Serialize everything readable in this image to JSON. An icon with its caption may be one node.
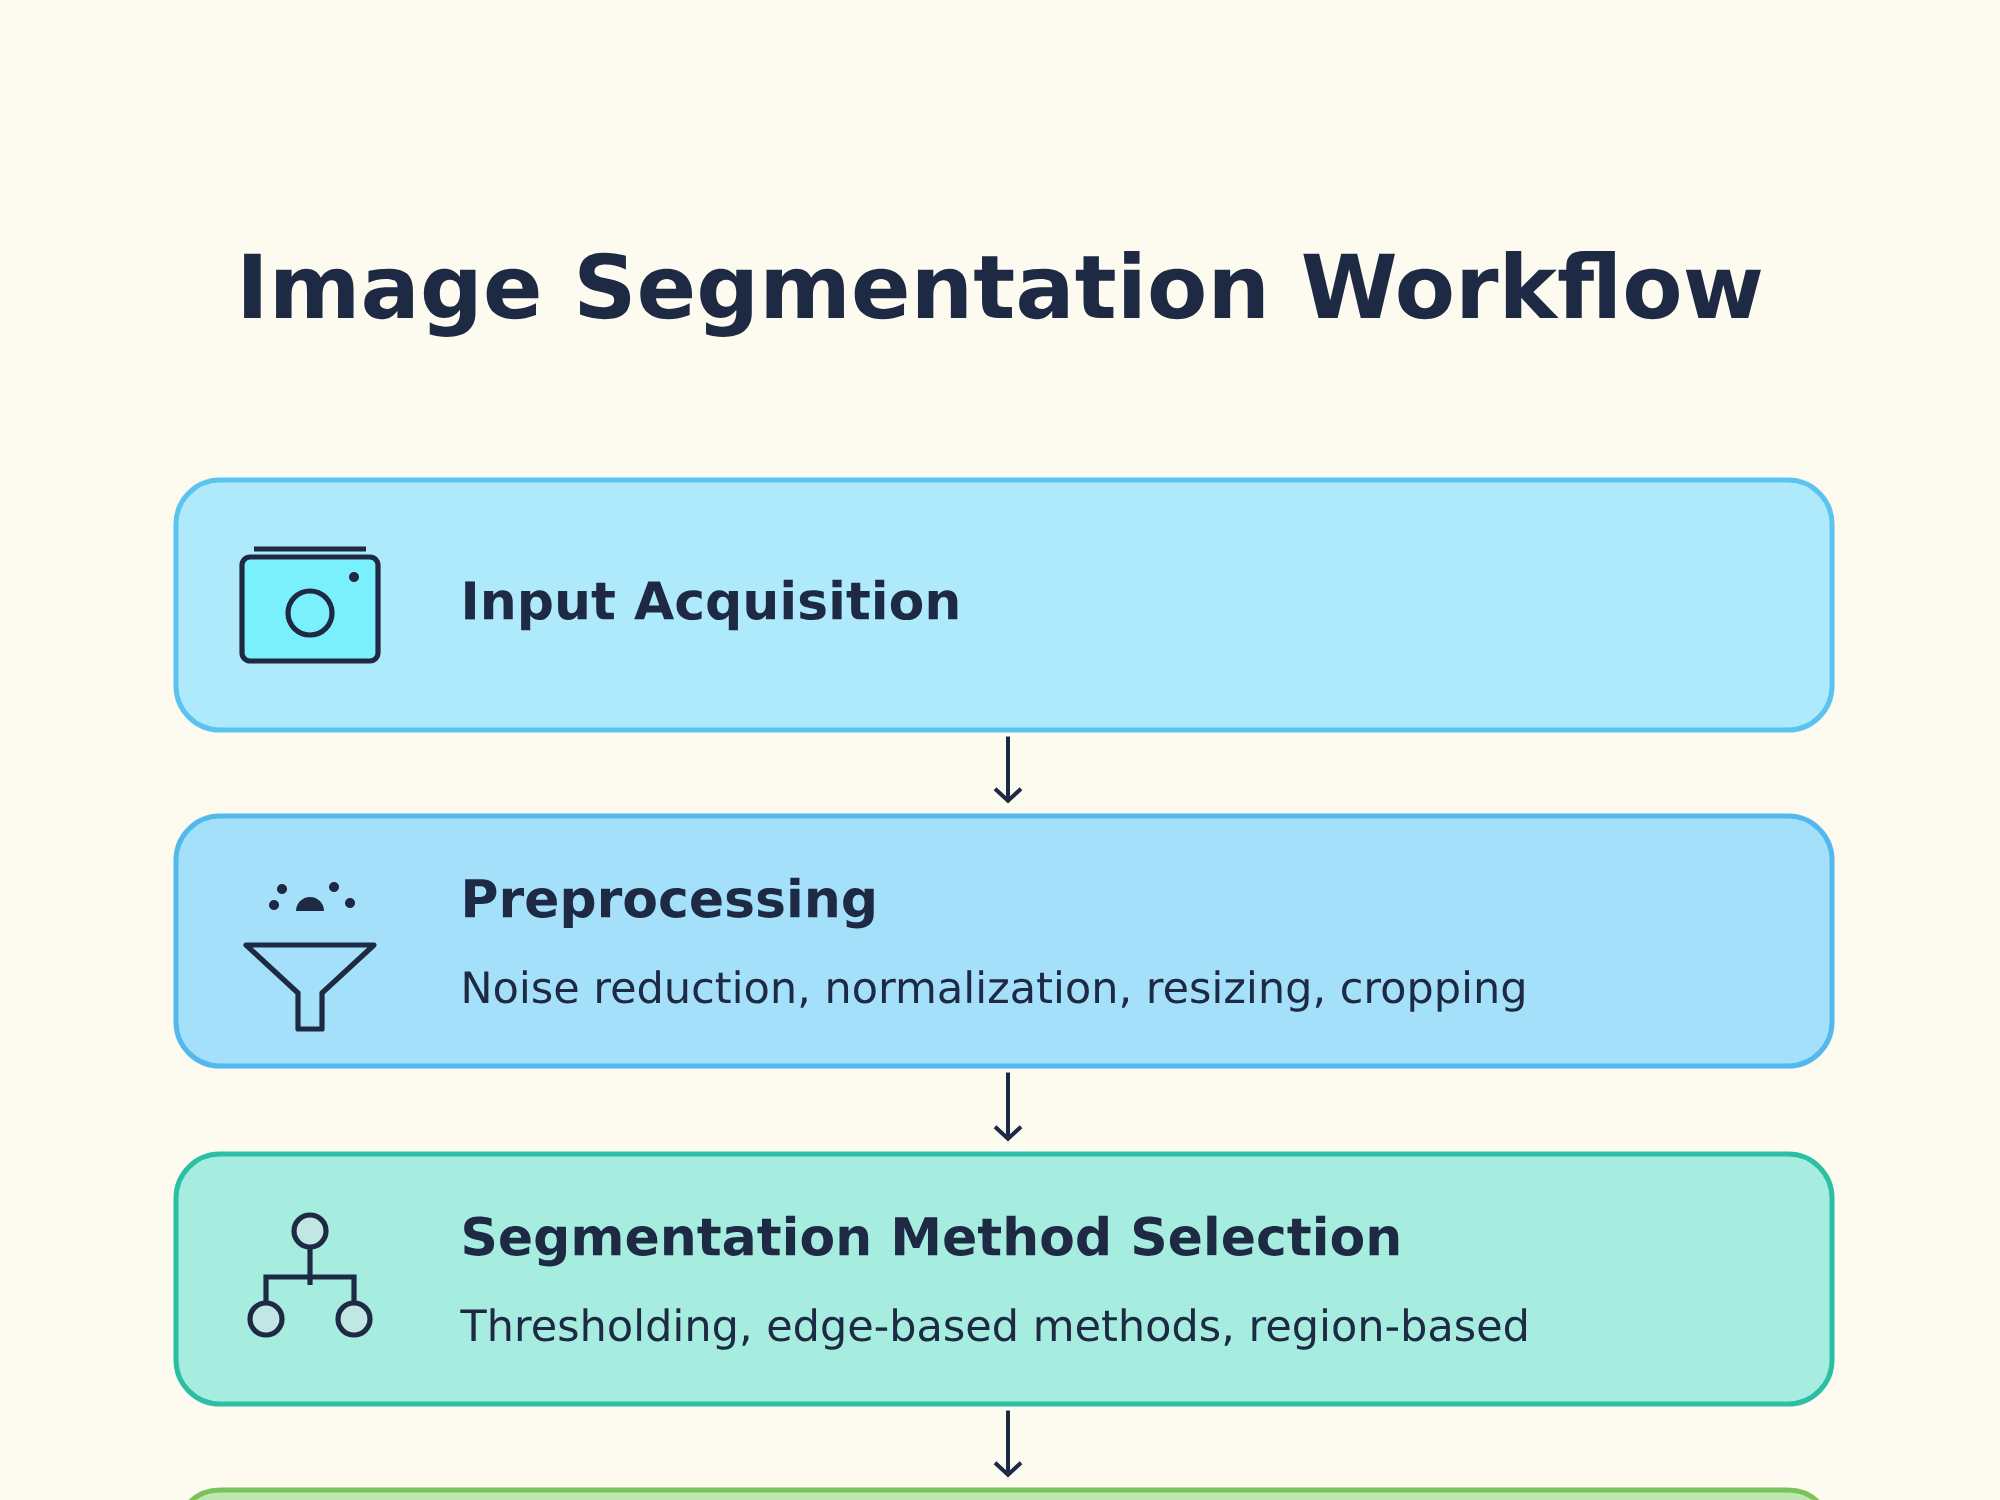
{
  "diagram": {
    "title": "Image Segmentation Workflow",
    "nodes": [
      {
        "text": [
          "Input Acquisition"
        ]
      },
      {
        "text": [
          "Preprocessing",
          "Noise reduction, normalization, resizing, cropping"
        ]
      },
      {
        "text": [
          "Segmentation Method Selection",
          "Thresholding, edge-based methods, region-based"
        ]
      },
      {
        "text": [],
        "shape": "box"
      }
    ],
    "edges": [
      {
        "from": 0,
        "to": 1,
        "arrow": "to"
      },
      {
        "from": 1,
        "to": 2,
        "arrow": "to"
      },
      {
        "from": 2,
        "to": 3,
        "arrow": "to"
      }
    ]
  }
}
